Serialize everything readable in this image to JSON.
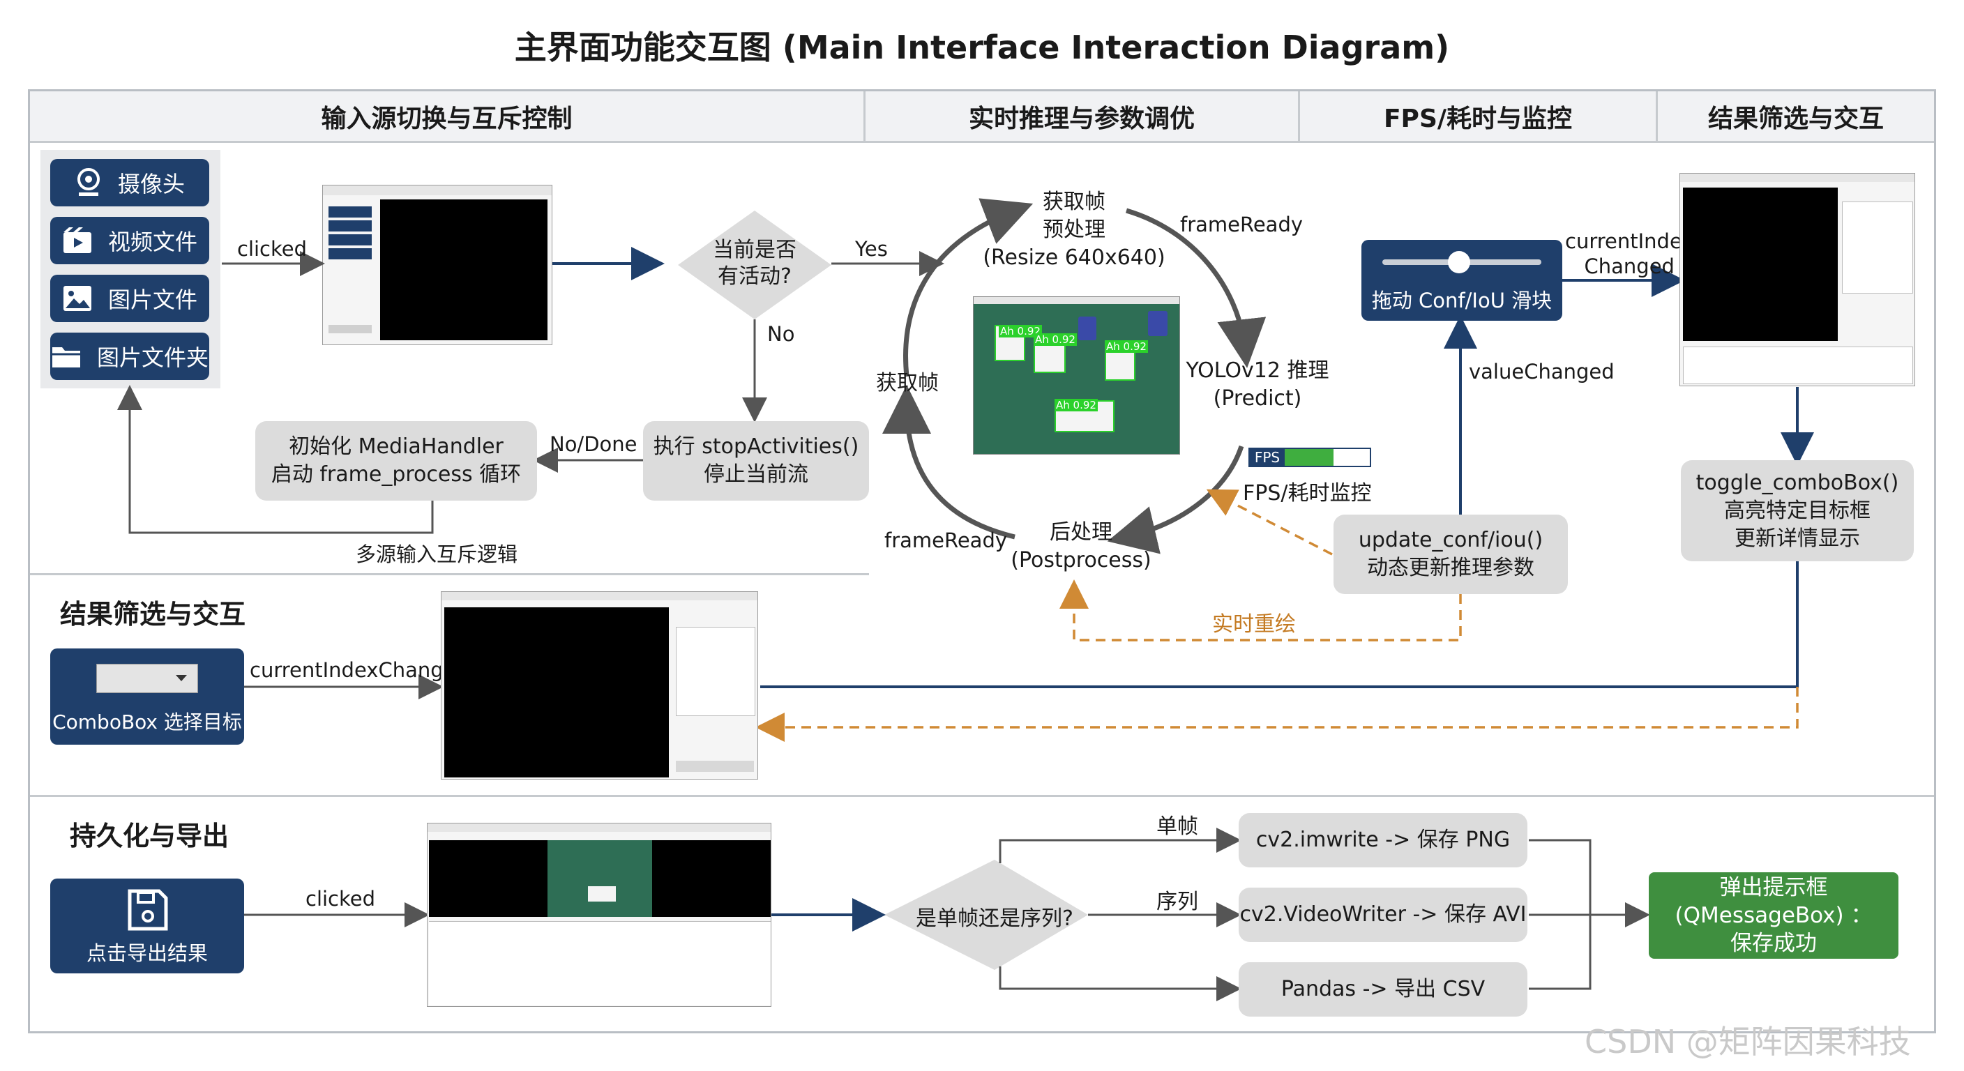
{
  "title": "主界面功能交互图 (Main Interface Interaction Diagram)",
  "headers": [
    "输入源切换与互斥控制",
    "实时推理与参数调优",
    "FPS/耗时与监控",
    "结果筛选与交互"
  ],
  "sources": [
    "摄像头",
    "视频文件",
    "图片文件",
    "图片文件夹"
  ],
  "labels": {
    "clicked": "clicked",
    "yes": "Yes",
    "no": "No",
    "no_done": "No/Done",
    "mutex": "多源输入互斥逻辑",
    "frame_ready_top": "frameReady",
    "frame_ready_bottom": "frameReady",
    "value_changed": "valueChanged",
    "current_index_changed": "currentIndex\nChanged",
    "current_index_changed_inline": "currentIndexChanged",
    "realtime_redraw": "实时重绘",
    "single": "单帧",
    "sequence": "序列",
    "clicked_export": "clicked"
  },
  "nodes": {
    "decision_active": "当前是否\n有活动?",
    "stop": "执行 stopActivities()\n停止当前流",
    "init": "初始化 MediaHandler\n启动 frame_process 循环",
    "fetch": "获取帧\n预处理\n(Resize 640x640)",
    "fetch_left": "获取帧",
    "infer": "YOLOv12 推理\n(Predict)",
    "post": "后处理\n(Postprocess)",
    "fps_badge": "FPS",
    "fps_label": "FPS/耗时监控",
    "slider": "拖动 Conf/IoU 滑块",
    "update": "update_conf/iou()\n动态更新推理参数",
    "toggle": "toggle_comboBox()\n高亮特定目标框\n更新详情显示",
    "combobox": "ComboBox 选择目标",
    "export_btn": "点击导出结果",
    "decision_export": "是单帧还是序列?",
    "png": "cv2.imwrite -> 保存 PNG",
    "avi": "cv2.VideoWriter -> 保存 AVI",
    "csv": "Pandas -> 导出 CSV",
    "success": "弹出提示框\n(QMessageBox) ：\n保存成功"
  },
  "detections": [
    "Ah 0.92",
    "Ah 0.92",
    "Ah 0.92",
    "Ah 0.92"
  ],
  "sections": {
    "filter": "结果筛选与交互",
    "persist": "持久化与导出"
  },
  "watermark": "CSDN @矩阵因果科技",
  "colors": {
    "navy": "#1f3f6b",
    "gray_box": "#dcdcdc",
    "orange_dash": "#d08a35",
    "green_box": "#3f8f3f",
    "felt": "#2e6e55"
  }
}
